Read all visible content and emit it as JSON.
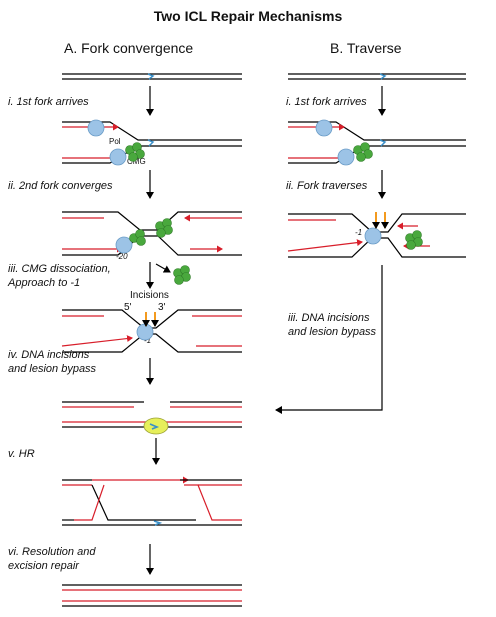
{
  "title": "Two ICL Repair Mechanisms",
  "columns": {
    "a": {
      "heading": "A. Fork convergence",
      "steps": [
        "i. 1st fork arrives",
        "ii. 2nd fork converges",
        "iii. CMG dissociation,",
        "Approach to -1",
        "iv.  DNA incisions",
        "and  lesion bypass",
        "v. HR",
        "vi. Resolution and",
        "excision repair"
      ]
    },
    "b": {
      "heading": "B. Traverse",
      "steps": [
        "i. 1st fork arrives",
        "ii. Fork traverses",
        "iii.  DNA incisions",
        "and lesion bypass"
      ]
    }
  },
  "labels": {
    "pol": "Pol",
    "cmg": "CMG",
    "minus20": "-20",
    "minus1": "-1",
    "minus1_b": "-1",
    "incisions": "Incisions",
    "five_prime": "5'",
    "three_prime": "3'"
  },
  "colors": {
    "dna": "#000000",
    "nascent": "#d81e2a",
    "pol": "#9cc3e6",
    "cmg": "#49a83d",
    "incision": "#f39a1e",
    "lesion": "#3a8fc8",
    "bypass_halo": "#e6ef5a"
  }
}
